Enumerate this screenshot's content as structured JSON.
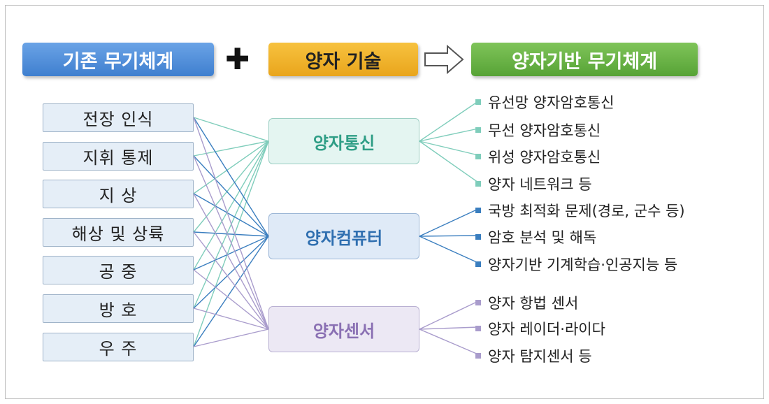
{
  "header": {
    "existing": "기존 무기체계",
    "plus": "✚",
    "quantum_tech": "양자 기술",
    "result": "양자기반 무기체계"
  },
  "domains": [
    "전장 인식",
    "지휘 통제",
    "지 상",
    "해상 및 상륙",
    "공 중",
    "방 호",
    "우 주"
  ],
  "technologies": [
    {
      "label": "양자통신",
      "color": "#7fcdbb",
      "items": [
        "유선망 양자암호통신",
        "무선 양자암호통신",
        "위성 양자암호통신",
        "양자 네트워크 등"
      ]
    },
    {
      "label": "양자컴퓨터",
      "color": "#3a7ebf",
      "items": [
        "국방 최적화 문제(경로, 군수 등)",
        "암호 분석 및 해독",
        "양자기반 기계학습·인공지능 등"
      ]
    },
    {
      "label": "양자센서",
      "color": "#a99ccc",
      "items": [
        "양자 항법 센서",
        "양자 레이더·라이다",
        "양자 탐지센서 등"
      ]
    }
  ]
}
